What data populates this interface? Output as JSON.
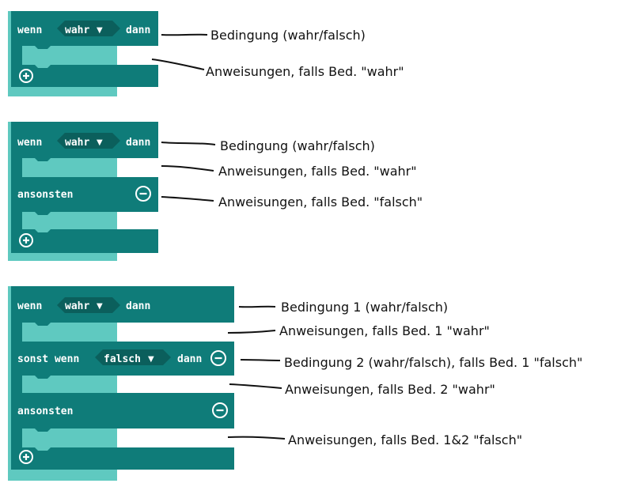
{
  "colors": {
    "block_fill": "#0f7c79",
    "block_dark": "#0a6663",
    "shadow": "#5fc9c0",
    "dropdown": "#0b5f5c",
    "text": "#ffffff",
    "annotation_line": "#111111"
  },
  "blocks": {
    "keyword_wenn": "wenn",
    "keyword_dann": "dann",
    "keyword_ansonsten": "ansonsten",
    "keyword_sonst_wenn": "sonst wenn",
    "value_wahr": "wahr",
    "value_falsch": "falsch",
    "dropdown_arrow": "▼"
  },
  "annotations": {
    "a1_condition": "Bedingung (wahr/falsch)",
    "a1_then": "Anweisungen, falls Bed. \"wahr\"",
    "a2_condition": "Bedingung (wahr/falsch)",
    "a2_then": "Anweisungen, falls Bed. \"wahr\"",
    "a2_else": "Anweisungen, falls Bed. \"falsch\"",
    "a3_condition1": "Bedingung 1 (wahr/falsch)",
    "a3_then1": "Anweisungen, falls Bed. 1 \"wahr\"",
    "a3_condition2": "Bedingung 2 (wahr/falsch), falls Bed. 1 \"falsch\"",
    "a3_then2": "Anweisungen, falls Bed. 2 \"wahr\"",
    "a3_else": "Anweisungen, falls Bed. 1&2 \"falsch\""
  },
  "icons": {
    "add": "plus-circle-icon",
    "remove": "minus-circle-icon"
  }
}
